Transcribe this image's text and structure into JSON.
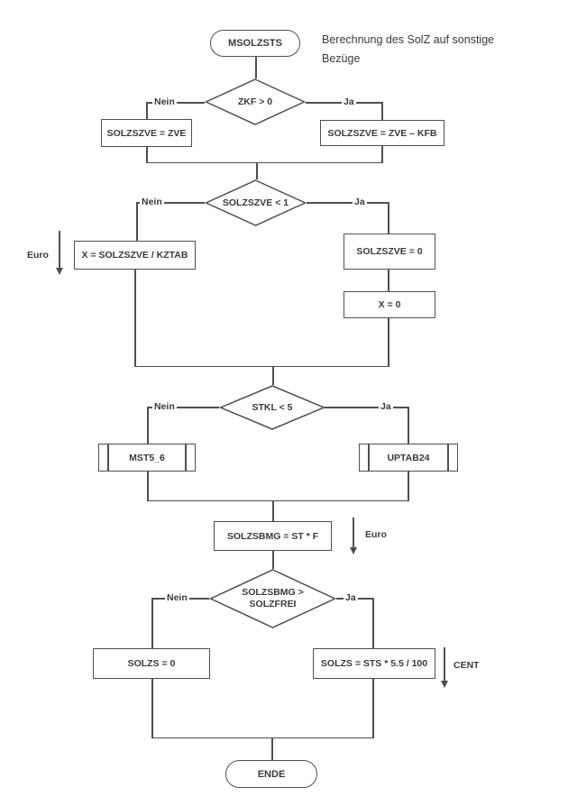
{
  "colors": {
    "line": "#4f4f4f",
    "text": "#3a3a3a",
    "background": "#ffffff"
  },
  "caption": {
    "line1": "Berechnung des SolZ auf sonstige",
    "line2": "Bezüge"
  },
  "labels": {
    "no": "Nein",
    "yes": "Ja"
  },
  "annotations": {
    "euro": "Euro",
    "cent": "CENT"
  },
  "nodes": {
    "start": "MSOLZSTS",
    "decision_zkf": "ZKF > 0",
    "process_solzszve_zve": "SOLZSZVE = ZVE",
    "process_solzszve_zve_kfb": "SOLZSZVE = ZVE – KFB",
    "decision_solzszve_lt1": "SOLZSZVE < 1",
    "process_x_div": "X = SOLZSZVE / KZTAB",
    "process_solzszve_0": "SOLZSZVE = 0",
    "process_x_0": "X = 0",
    "decision_stkl": "STKL < 5",
    "subroutine_mst5_6": "MST5_6",
    "subroutine_uptab24": "UPTAB24",
    "process_solzsbmg": "SOLZSBMG = ST * F",
    "decision_solzsbmg_line1": "SOLZSBMG >",
    "decision_solzsbmg_line2": "SOLZFREI",
    "process_solzs_0": "SOLZS = 0",
    "process_solzs_calc": "SOLZS = STS * 5.5 / 100",
    "end": "ENDE"
  }
}
